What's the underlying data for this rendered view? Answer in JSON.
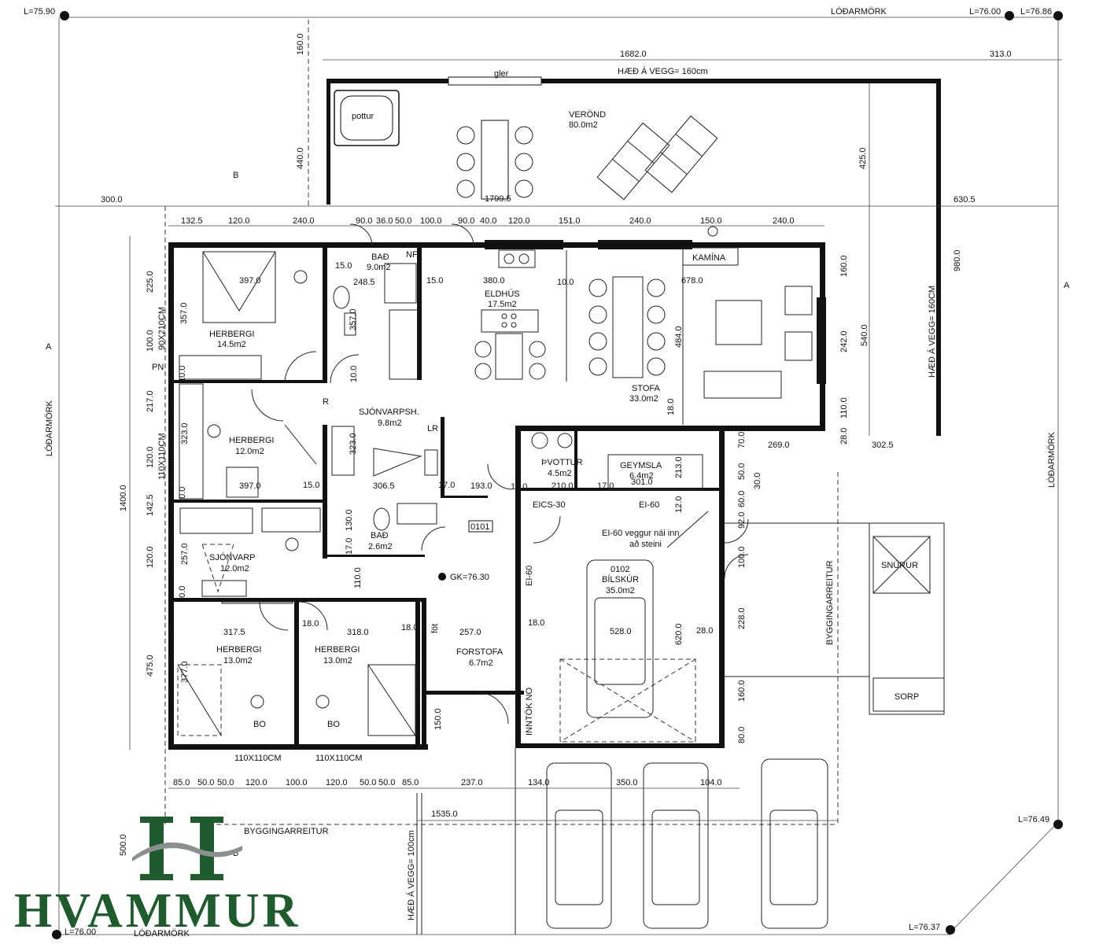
{
  "elevations": {
    "top_left": "L=75.90",
    "top_right_a": "L=76.00",
    "top_right_b": "L=76.86",
    "right_mid": "L=76.49",
    "bottom_right": "L=76.37",
    "bottom_left": "L=76.00",
    "floor": "GK=76.30"
  },
  "boundaries": {
    "top": "LÓÐARMÖRK",
    "bottom": "LÓÐARMÖRK",
    "left": "LÓÐARMÖRK",
    "right": "LÓÐARMÖRK",
    "build_area_right": "BYGGINGARREITUR",
    "build_area_bottom": "BYGGINGARREITUR"
  },
  "wall_heights": {
    "top": "HÆÐ Á VEGG= 160cm",
    "right": "HÆÐ Á VEGG= 160CM",
    "bottom": "HÆÐ Á VEGG= 100cm"
  },
  "section_marks": {
    "a": "A",
    "b": "B"
  },
  "rooms": [
    {
      "id": "veronda",
      "name": "VERÖND",
      "area": "80.0m2"
    },
    {
      "id": "pottur",
      "name": "pottur",
      "area": ""
    },
    {
      "id": "herbergi1",
      "name": "HERBERGI",
      "area": "14.5m2"
    },
    {
      "id": "bad1",
      "name": "BAÐ",
      "area": "9.0m2"
    },
    {
      "id": "eldhus",
      "name": "ELDHÚS",
      "area": "17.5m2"
    },
    {
      "id": "kamina",
      "name": "KAMÍNA",
      "area": ""
    },
    {
      "id": "stofa",
      "name": "STOFA",
      "area": "33.0m2"
    },
    {
      "id": "herbergi2",
      "name": "HERBERGI",
      "area": "12.0m2"
    },
    {
      "id": "sjonvarpsh",
      "name": "SJÓNVARPSH.",
      "area": "9.8m2"
    },
    {
      "id": "thvottur",
      "name": "ÞVOTTUR",
      "area": "4.5m2"
    },
    {
      "id": "geymsla",
      "name": "GEYMSLA",
      "area": "6.4m2"
    },
    {
      "id": "bad2",
      "name": "BAÐ",
      "area": "2.6m2"
    },
    {
      "id": "sjonvarp",
      "name": "SJÓNVARP",
      "area": "12.0m2"
    },
    {
      "id": "bilskur",
      "name": "BÍLSKÚR",
      "area": "35.0m2"
    },
    {
      "id": "herbergi3",
      "name": "HERBERGI",
      "area": "13.0m2"
    },
    {
      "id": "herbergi4",
      "name": "HERBERGI",
      "area": "13.0m2"
    },
    {
      "id": "forstofa",
      "name": "FORSTOFA",
      "area": "6.7m2"
    },
    {
      "id": "snurur",
      "name": "SNÚRUR",
      "area": ""
    },
    {
      "id": "sorp",
      "name": "SORP",
      "area": ""
    }
  ],
  "labels": {
    "gler": "gler",
    "unit_0101": "0101",
    "unit_0102": "0102",
    "ei60_wall": "EI-60 veggur nái inn",
    "ei60_wall2": "að steini",
    "eics30": "EICS-30",
    "ei60": "EI-60",
    "ei60_v": "EI-60",
    "inntok": "INNTÖK NO",
    "fot": "föt",
    "window_w1": "90X210CM",
    "window_w2": "110X110CM",
    "window_b1": "110X110CM",
    "window_b2": "110X110CM",
    "nf": "NF",
    "lr": "LR",
    "r": "R",
    "pn": "PN",
    "bo": "BO",
    "logo_text": "HVAMMUR"
  },
  "dimensions": {
    "top_row": [
      "132.5",
      "120.0",
      "240.0",
      "90.0",
      "36.0",
      "50.0",
      "100.0",
      "90.0",
      "40.0",
      "120.0",
      "151.0",
      "240.0",
      "150.0",
      "240.0"
    ],
    "bottom_row": [
      "85.0",
      "50.0",
      "50.0",
      "120.0",
      "100.0",
      "120.0",
      "50.0",
      "50.0",
      "85.0",
      "237.0",
      "134.0",
      "350.0",
      "104.0"
    ],
    "left_col": [
      "225.0",
      "100.0",
      "217.0",
      "120.0",
      "142.5",
      "120.0",
      "475.0"
    ],
    "left_total": "1400.0",
    "terrace_width": "1682.0",
    "terrace_right": "313.0",
    "terrace_inner": "1799.5",
    "terrace_h1": "160.0",
    "terrace_h2": "440.0",
    "terrace_h3": "425.0",
    "left_offset": "300.0",
    "right_offset": "630.5",
    "right_total": "980.0",
    "stofa_right": [
      "160.0",
      "242.0",
      "540.0",
      "110.0",
      "28.0"
    ],
    "garage_right": [
      "70.0",
      "50.0",
      "30.0",
      "60.0",
      "92.0",
      "100.0",
      "228.0",
      "160.0",
      "80.0"
    ],
    "bottom_total": "1535.0",
    "bottom_left_v": "500.0",
    "garage_wall_right": [
      "269.0",
      "302.5"
    ],
    "inner": [
      "397.0",
      "357.0",
      "15.0",
      "248.5",
      "357.0",
      "15.0",
      "380.0",
      "10.0",
      "678.0",
      "484.0",
      "18.0",
      "323.0",
      "397.0",
      "15.0",
      "306.5",
      "323.0",
      "17.0",
      "193.0",
      "18.0",
      "210.0",
      "17.0",
      "301.0",
      "213.0",
      "12.0",
      "130.0",
      "17.0",
      "110.0",
      "257.0",
      "377.0",
      "317.5",
      "18.0",
      "318.0",
      "18.0",
      "257.0",
      "18.0",
      "528.0",
      "620.0",
      "28.0",
      "150.0",
      "10.0",
      "10.0",
      "10.0",
      "10.0"
    ]
  },
  "colors": {
    "logo_green": "#1e5b2d",
    "ink": "#111111"
  }
}
